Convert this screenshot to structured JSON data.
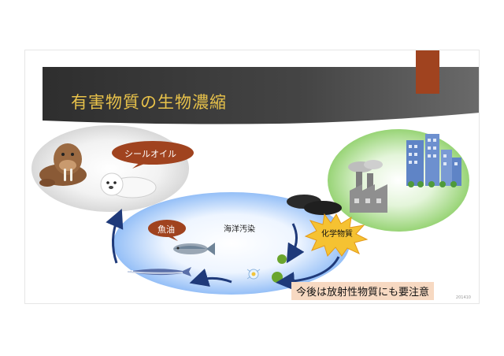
{
  "slide": {
    "title": "有害物質の生物濃縮",
    "footnote": "201410"
  },
  "labels": {
    "seal_oil": "シールオイル",
    "fish_oil": "魚油",
    "ocean_pollution": "海洋汚染",
    "chemicals": "化学物質",
    "warning": "今後は放射性物質にも要注意"
  },
  "colors": {
    "banner": "#3a3a3a",
    "title_text": "#e8c24a",
    "accent": "#a0431f",
    "bubble": "#a0431f",
    "arrow": "#1f3a7a",
    "burst": "#f5c232",
    "warning_bg": "#f7d9c2"
  }
}
